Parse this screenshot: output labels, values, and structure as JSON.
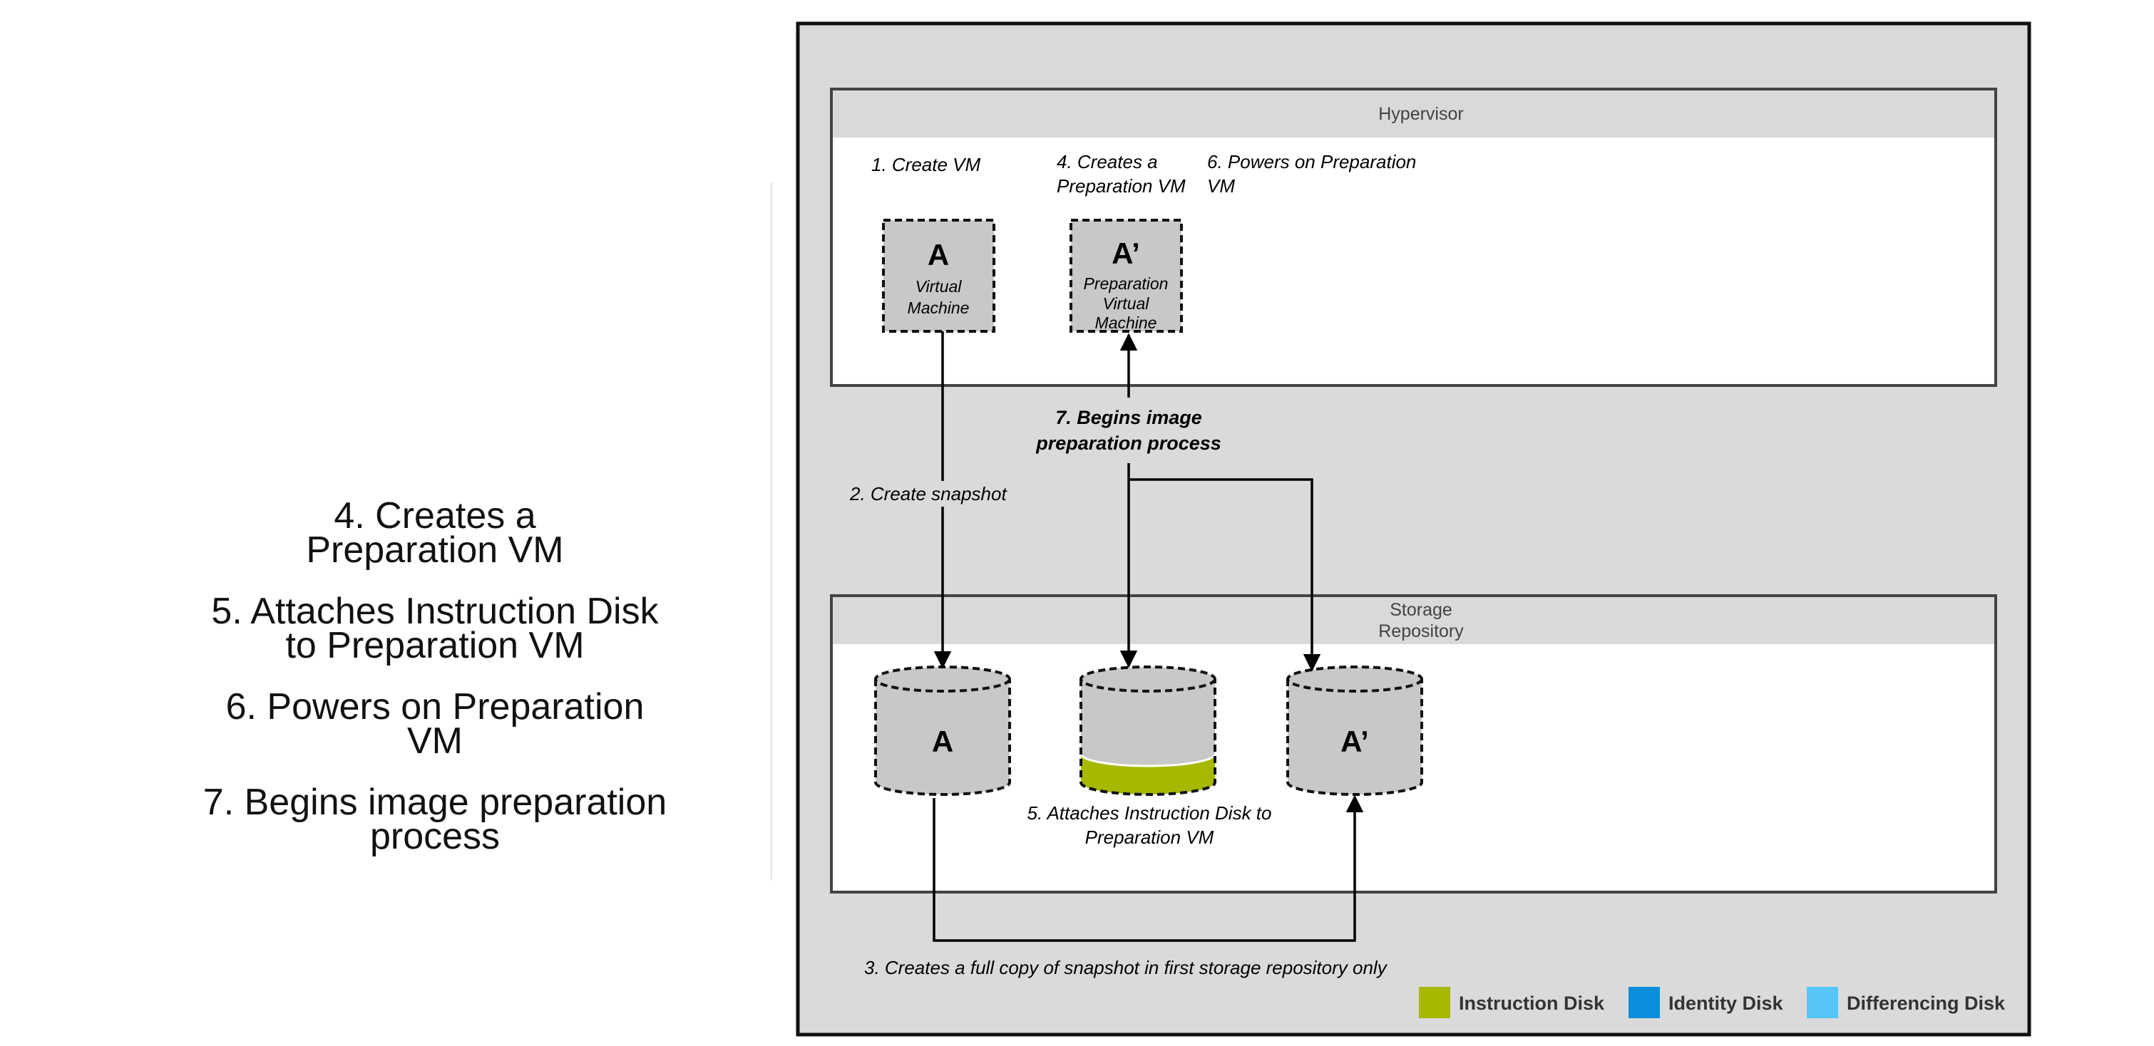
{
  "left_steps": [
    [
      "4. Creates a",
      "Preparation VM"
    ],
    [
      "5. Attaches Instruction Disk",
      "to Preparation VM"
    ],
    [
      "6. Powers on Preparation",
      "VM"
    ],
    [
      "7. Begins image preparation",
      "process"
    ]
  ],
  "diagram": {
    "hypervisor_title": "Hypervisor",
    "storage_title": [
      "Storage",
      "Repository"
    ],
    "step1": "1. Create VM",
    "step4": [
      "4. Creates a",
      "Preparation VM"
    ],
    "step6": [
      "6. Powers on Preparation",
      "VM"
    ],
    "step7": [
      "7. Begins image",
      "preparation process"
    ],
    "step2": "2. Create snapshot",
    "step5": [
      "5. Attaches Instruction Disk to",
      "Preparation VM"
    ],
    "step3": "3. Creates a full copy of snapshot in first storage repository only",
    "vm_a": {
      "letter": "A",
      "label": [
        "Virtual",
        "Machine"
      ]
    },
    "vm_a_prime": {
      "letter": "A’",
      "label": [
        "Preparation",
        "Virtual",
        "Machine"
      ]
    },
    "disk_a": "A",
    "disk_a_prime": "A’"
  },
  "legend": [
    {
      "label": "Instruction Disk",
      "color": "#a6b800"
    },
    {
      "label": "Identity Disk",
      "color": "#0b8fdc"
    },
    {
      "label": "Differencing Disk",
      "color": "#55c6f5"
    }
  ],
  "colors": {
    "panel_bg": "#dadadb",
    "box_bg": "#ffffff",
    "header_bg": "#d9d9da",
    "element_fill": "#c8c8c9",
    "instruction": "#a6b800"
  }
}
